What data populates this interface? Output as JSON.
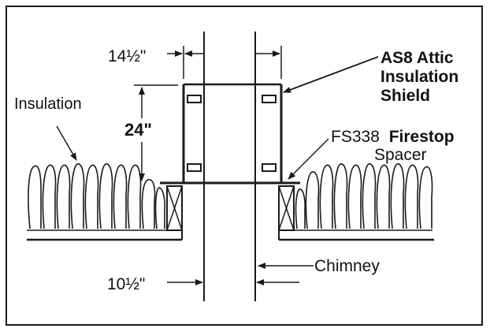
{
  "labels": {
    "width_top": "14½\"",
    "height": "24\"",
    "width_bottom": "10½\"",
    "insulation": "Insulation",
    "shield_line1": "AS8 Attic",
    "shield_line2": "Insulation",
    "shield_line3": "Shield",
    "firestop_code": "FS338",
    "firestop_word": "Firestop",
    "firestop_line2": "Spacer",
    "chimney": "Chimney"
  },
  "colors": {
    "ink": "#1a1a1a",
    "background": "#ffffff"
  }
}
